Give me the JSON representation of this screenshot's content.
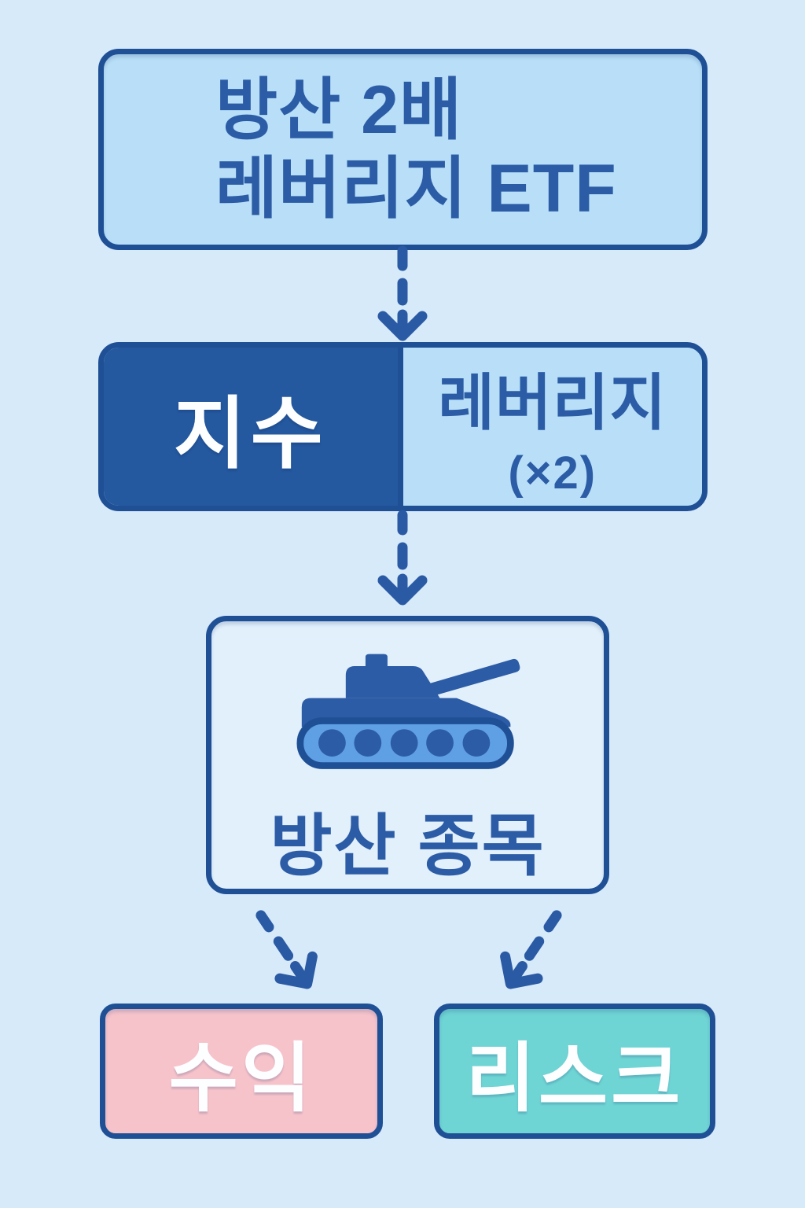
{
  "palette": {
    "bg": "#d7eafa",
    "navy": "#1f5096",
    "box-light": "#b8dff7",
    "box-lighter": "#e2f0fb",
    "dark-fill": "#24589f",
    "text-blue": "#2c5ca6",
    "arrow": "#2b5aa4",
    "tank": "#2c5ca6",
    "track-light": "#5f9fe4",
    "pink": "#f7c3cb",
    "teal": "#6fd4d4",
    "white-text": "#fdfeff"
  },
  "diagram": {
    "top_box": {
      "line1": "방산 2배",
      "line2": "레버리지 ETF"
    },
    "split_box": {
      "left_label": "지수",
      "right_label": "레버리지",
      "right_sub": "(×2)"
    },
    "asset_box": {
      "label": "방산 종목",
      "icon": "tank-icon"
    },
    "outcomes": {
      "profit": {
        "label": "수익"
      },
      "risk": {
        "label": "리스크"
      }
    },
    "connectors": {
      "style": "dashed-arrow-down-icon",
      "count": 4
    }
  }
}
